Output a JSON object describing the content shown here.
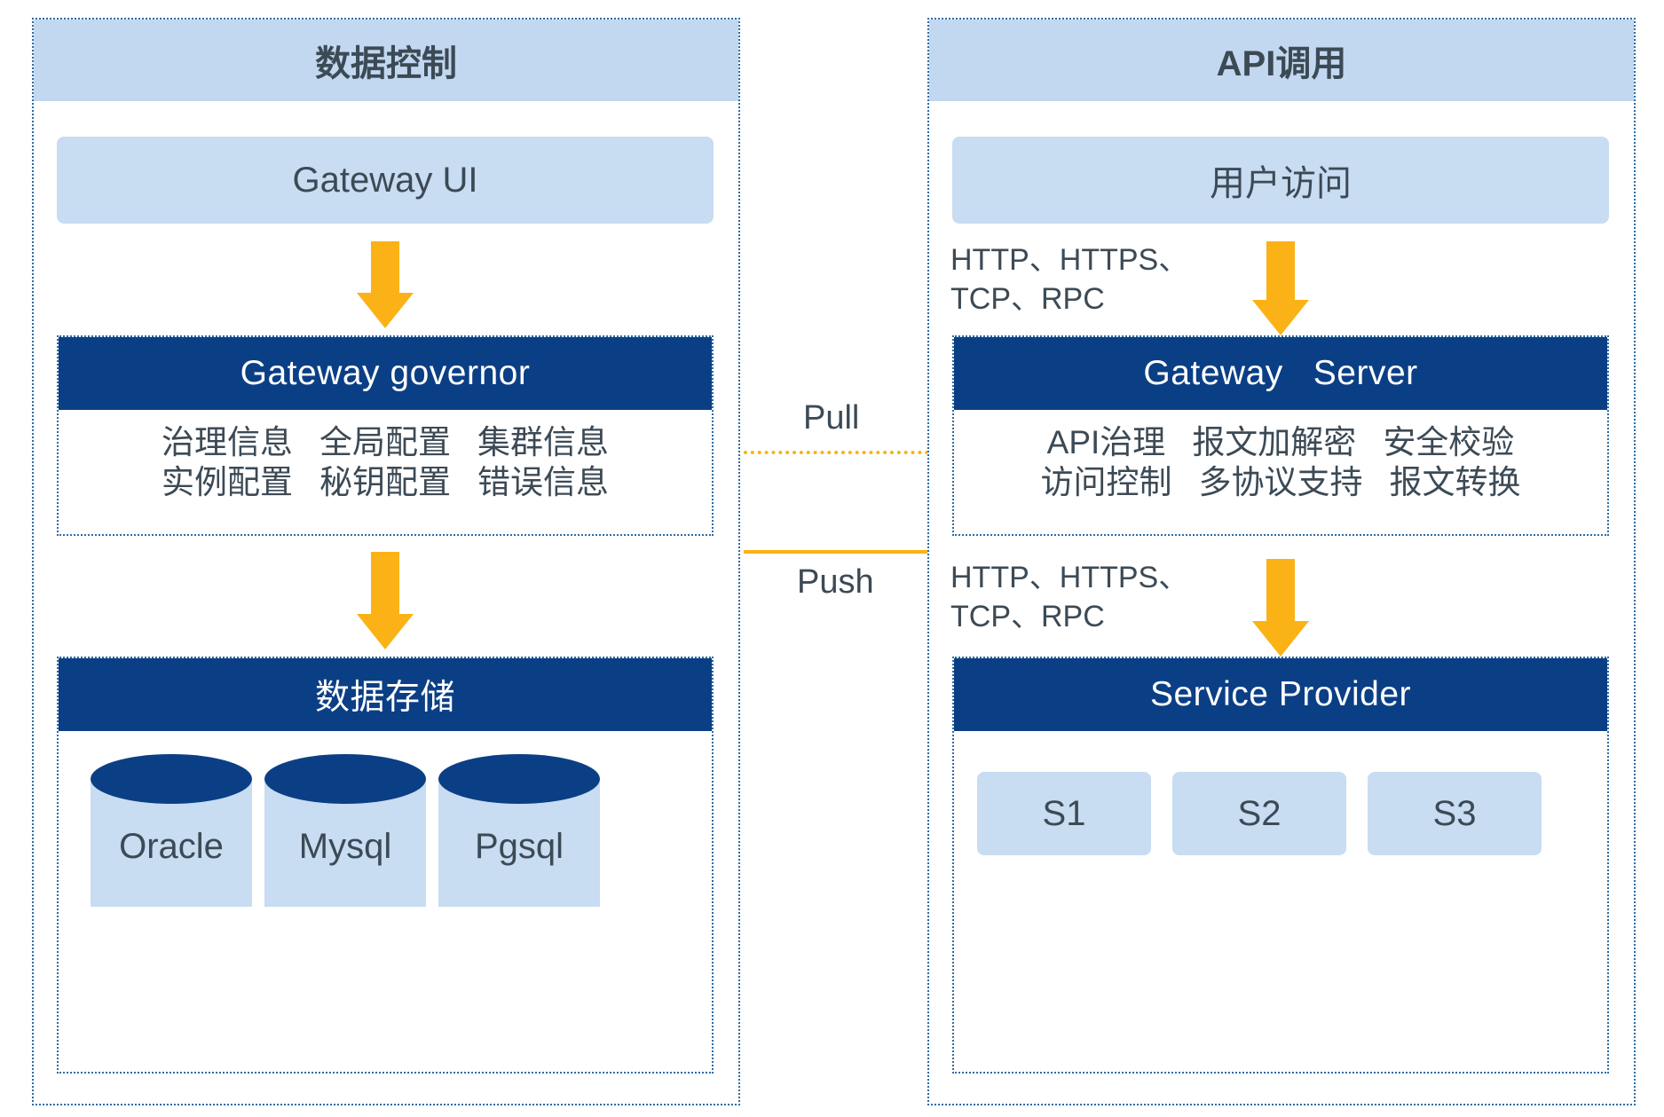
{
  "left_panel": {
    "title": "数据控制",
    "gateway_ui": "Gateway UI",
    "governor": {
      "title": "Gateway governor",
      "row1": [
        "治理信息",
        "全局配置",
        "集群信息"
      ],
      "row2": [
        "实例配置",
        "秘钥配置",
        "错误信息"
      ]
    },
    "storage": {
      "title": "数据存储",
      "databases": [
        "Oracle",
        "Mysql",
        "Pgsql"
      ]
    }
  },
  "right_panel": {
    "title": "API调用",
    "user_access": "用户访问",
    "protocol_top": "HTTP、HTTPS、\nTCP、RPC",
    "protocol_bottom": "HTTP、HTTPS、\nTCP、RPC",
    "server": {
      "title": "Gateway   Server",
      "row1": [
        "API治理",
        "报文加解密",
        "安全校验"
      ],
      "row2": [
        "访问控制",
        "多协议支持",
        "报文转换"
      ]
    },
    "service_provider": {
      "title": "Service Provider",
      "services": [
        "S1",
        "S2",
        "S3"
      ]
    }
  },
  "connectors": {
    "pull": "Pull",
    "push": "Push"
  },
  "colors": {
    "panel_header_bg": "#c2d8f0",
    "light_box_bg": "#c8dcf2",
    "dark_header_bg": "#0b3f85",
    "accent_orange": "#fbb216",
    "dashed_border": "#2e6ca4",
    "text_dark": "#3c4a55"
  }
}
